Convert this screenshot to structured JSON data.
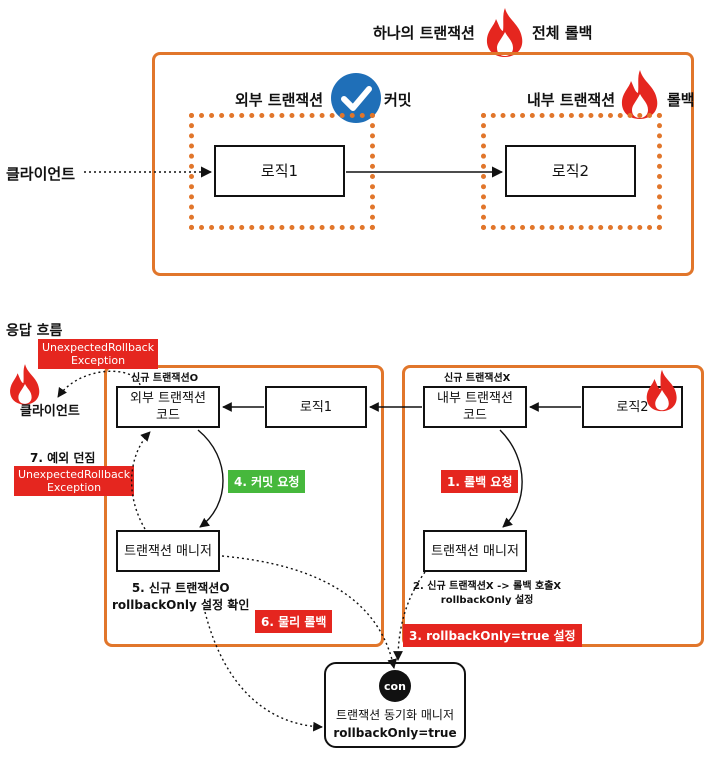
{
  "top": {
    "title_part1": "하나의 트랜잭션",
    "title_part2": "전체 롤백",
    "outer_tx_label": "외부 트랜잭션",
    "outer_tx_result": "커밋",
    "inner_tx_label": "내부 트랜잭션",
    "inner_tx_result": "롤백",
    "client": "클라이언트",
    "logic1": "로직1",
    "logic2": "로직2"
  },
  "bottom": {
    "heading": "응답 흐름",
    "exception_line1": "UnexpectedRollback",
    "exception_line2": "Exception",
    "client": "클라이언트",
    "new_tx_o": "신규 트랜잭션O",
    "new_tx_x": "신규 트랜잭션X",
    "outer_code_line1": "외부 트랜잭션",
    "outer_code_line2": "코드",
    "inner_code_line1": "내부 트랜잭션",
    "inner_code_line2": "코드",
    "logic1": "로직1",
    "logic2": "로직2",
    "tx_manager_left": "트랜잭션 매니저",
    "tx_manager_right": "트랜잭션 매니저",
    "step1": "1. 롤백 요청",
    "step2_line1": "2. 신규 트랜잭션X -> 롤백 호출X",
    "step2_line2": "rollbackOnly 설정",
    "step3": "3. rollbackOnly=true 설정",
    "step4": "4. 커밋 요청",
    "step5_line1": "5. 신규 트랜잭션O",
    "step5_line2": "rollbackOnly 설정 확인",
    "step6": "6. 물리 롤백",
    "step7": "7. 예외 던짐",
    "sync_icon": "con",
    "sync_line1": "트랜잭션 동기화 매니저",
    "sync_line2": "rollbackOnly=true"
  },
  "colors": {
    "orange": "#e1762b",
    "red": "#e5261f",
    "green": "#46b83c",
    "check_blue": "#1f6fb8"
  },
  "icons": [
    "fire-icon",
    "check-icon"
  ]
}
